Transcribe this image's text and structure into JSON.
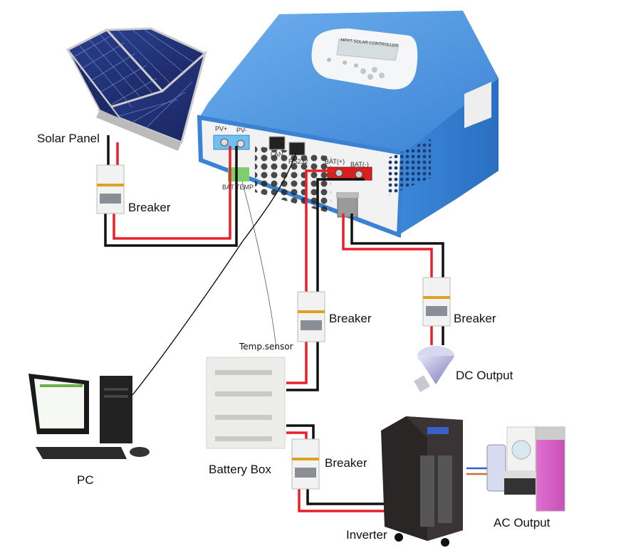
{
  "diagram": {
    "title": "MPPT Solar Charge Controller System Wiring",
    "controller": {
      "front_label": "MPPT SOLAR CONTROLLER",
      "ports": {
        "pv_plus": "PV+",
        "pv_minus": "PV-",
        "lan": "LAN",
        "rs232": "RS232",
        "bat_plus": "BAT(+)",
        "bat_minus": "BAT(-)",
        "bat_temp": "BAT TEMP"
      },
      "body_color": "#4a90d9"
    },
    "components": {
      "solar_panel": "Solar Panel",
      "breaker_pv": "Breaker",
      "breaker_battery": "Breaker",
      "breaker_dc": "Breaker",
      "breaker_inverter": "Breaker",
      "battery_box": "Battery Box",
      "temp_sensor": "Temp.sensor",
      "dc_output": "DC Output",
      "pc": "PC",
      "inverter": "Inverter",
      "ac_output": "AC Output"
    },
    "wire_colors": {
      "positive": "#e8202a",
      "negative": "#111111",
      "ac_live": "#c8702a",
      "ac_neutral": "#3060d0"
    }
  }
}
